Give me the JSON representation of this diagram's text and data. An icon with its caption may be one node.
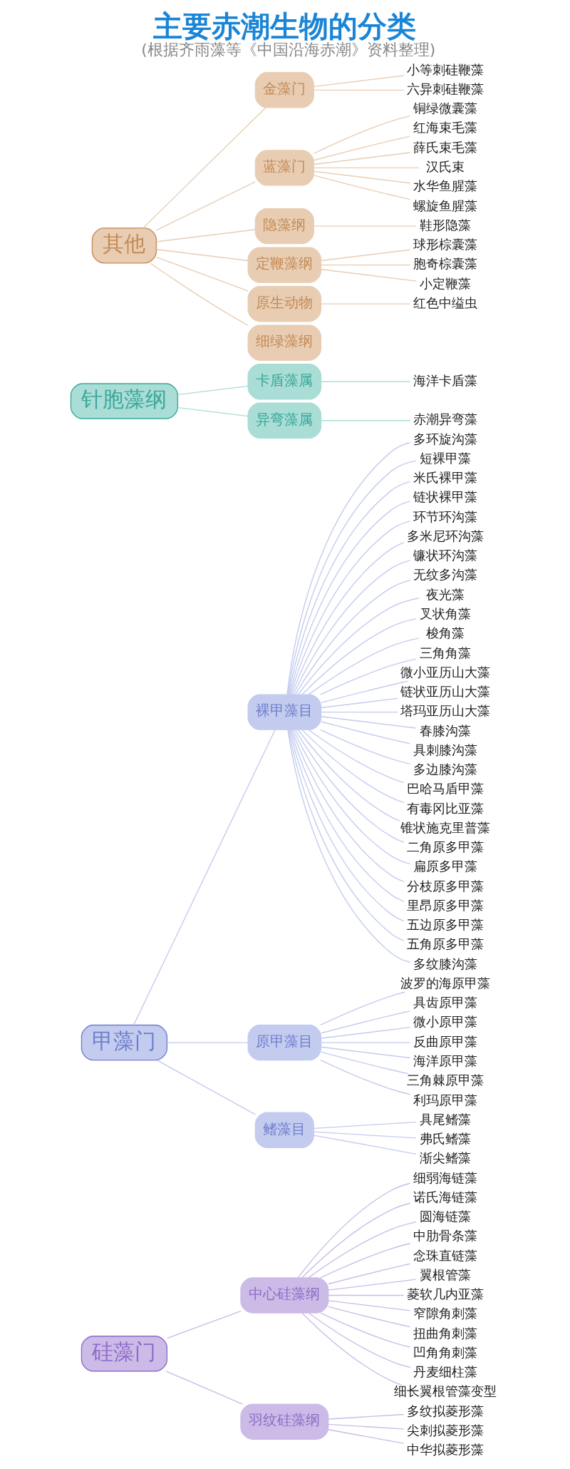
{
  "diagram": {
    "title": "主要赤潮生物的分类",
    "caption": "(根据齐雨藻等《中国沿海赤潮》资料整理)",
    "nodes": [
      {
        "text": [
          "硅藻门"
        ]
      },
      {
        "text": [
          "中心硅藻纲"
        ]
      },
      {
        "text": [
          "细弱海链藻"
        ]
      },
      {
        "text": [
          "诺氏海链藻"
        ]
      },
      {
        "text": [
          "圆海链藻"
        ]
      },
      {
        "text": [
          "中肋骨条藻"
        ]
      },
      {
        "text": [
          "念珠直链藻"
        ]
      },
      {
        "text": [
          "翼根管藻"
        ]
      },
      {
        "text": [
          "菱软几内亚藻"
        ]
      },
      {
        "text": [
          "窄隙角刺藻"
        ]
      },
      {
        "text": [
          "扭曲角刺藻"
        ]
      },
      {
        "text": [
          "凹角角刺藻"
        ]
      },
      {
        "text": [
          "丹麦细柱藻"
        ]
      },
      {
        "text": [
          "细长翼根管藻变型"
        ]
      },
      {
        "text": [
          "羽纹硅藻纲"
        ]
      },
      {
        "text": [
          "多纹拟菱形藻"
        ]
      },
      {
        "text": [
          "尖刺拟菱形藻"
        ]
      },
      {
        "text": [
          "中华拟菱形藻"
        ]
      },
      {
        "text": [
          "甲藻门"
        ]
      },
      {
        "text": [
          "裸甲藻目"
        ]
      },
      {
        "text": [
          "多环旋沟藻"
        ]
      },
      {
        "text": [
          "短裸甲藻"
        ]
      },
      {
        "text": [
          "米氏裸甲藻"
        ]
      },
      {
        "text": [
          "链状裸甲藻"
        ]
      },
      {
        "text": [
          "环节环沟藻"
        ]
      },
      {
        "text": [
          "多米尼环沟藻"
        ]
      },
      {
        "text": [
          "镰状环沟藻"
        ]
      },
      {
        "text": [
          "无纹多沟藻"
        ]
      },
      {
        "text": [
          "夜光藻"
        ]
      },
      {
        "text": [
          "叉状角藻"
        ]
      },
      {
        "text": [
          "梭角藻"
        ]
      },
      {
        "text": [
          "三角角藻"
        ]
      },
      {
        "text": [
          "微小亚历山大藻"
        ]
      },
      {
        "text": [
          "链状亚历山大藻"
        ]
      },
      {
        "text": [
          "塔玛亚历山大藻"
        ]
      },
      {
        "text": [
          "春膝沟藻"
        ]
      },
      {
        "text": [
          "具刺膝沟藻"
        ]
      },
      {
        "text": [
          "多边膝沟藻"
        ]
      },
      {
        "text": [
          "巴哈马盾甲藻"
        ]
      },
      {
        "text": [
          "有毒冈比亚藻"
        ]
      },
      {
        "text": [
          "锥状施克里普藻"
        ]
      },
      {
        "text": [
          "二角原多甲藻"
        ]
      },
      {
        "text": [
          "扁原多甲藻"
        ]
      },
      {
        "text": [
          "分枝原多甲藻"
        ]
      },
      {
        "text": [
          "里昂原多甲藻"
        ]
      },
      {
        "text": [
          "五边原多甲藻"
        ]
      },
      {
        "text": [
          "五角原多甲藻"
        ]
      },
      {
        "text": [
          "多纹膝沟藻"
        ]
      },
      {
        "text": [
          "原甲藻目"
        ]
      },
      {
        "text": [
          "波罗的海原甲藻"
        ]
      },
      {
        "text": [
          "具齿原甲藻"
        ]
      },
      {
        "text": [
          "微小原甲藻"
        ]
      },
      {
        "text": [
          "反曲原甲藻"
        ]
      },
      {
        "text": [
          "海洋原甲藻"
        ]
      },
      {
        "text": [
          "三角棘原甲藻"
        ]
      },
      {
        "text": [
          "利玛原甲藻"
        ]
      },
      {
        "text": [
          "鳍藻目"
        ]
      },
      {
        "text": [
          "具尾鳍藻"
        ]
      },
      {
        "text": [
          "弗氏鳍藻"
        ]
      },
      {
        "text": [
          "渐尖鳍藻"
        ]
      },
      {
        "text": [
          "针胞藻纲"
        ]
      },
      {
        "text": [
          "卡盾藻属"
        ]
      },
      {
        "text": [
          "海洋卡盾藻"
        ]
      },
      {
        "text": [
          "异弯藻属"
        ]
      },
      {
        "text": [
          "赤潮异弯藻"
        ]
      },
      {
        "text": [
          "其他"
        ]
      },
      {
        "text": [
          "金藻门"
        ]
      },
      {
        "text": [
          "小等刺硅鞭藻"
        ]
      },
      {
        "text": [
          "六异刺硅鞭藻"
        ]
      },
      {
        "text": [
          "蓝藻门"
        ]
      },
      {
        "text": [
          "铜绿微囊藻"
        ]
      },
      {
        "text": [
          "红海束毛藻"
        ]
      },
      {
        "text": [
          "薛氏束毛藻"
        ]
      },
      {
        "text": [
          "汉氏束"
        ]
      },
      {
        "text": [
          "水华鱼腥藻"
        ]
      },
      {
        "text": [
          "螺旋鱼腥藻"
        ]
      },
      {
        "text": [
          "隐藻纲"
        ]
      },
      {
        "text": [
          "鞋形隐藻"
        ]
      },
      {
        "text": [
          "定鞭藻纲"
        ]
      },
      {
        "text": [
          "球形棕囊藻"
        ]
      },
      {
        "text": [
          "胞奇棕囊藻"
        ]
      },
      {
        "text": [
          "小定鞭藻"
        ]
      },
      {
        "text": [
          "原生动物"
        ]
      },
      {
        "text": [
          "红色中缢虫"
        ]
      },
      {
        "text": [
          "细绿藻纲"
        ]
      }
    ],
    "edges": [
      {
        "from": 0,
        "to": 1,
        "arrow": "none"
      },
      {
        "from": 1,
        "to": 2,
        "arrow": "none"
      },
      {
        "from": 1,
        "to": 3,
        "arrow": "none"
      },
      {
        "from": 1,
        "to": 4,
        "arrow": "none"
      },
      {
        "from": 1,
        "to": 5,
        "arrow": "none"
      },
      {
        "from": 1,
        "to": 6,
        "arrow": "none"
      },
      {
        "from": 1,
        "to": 7,
        "arrow": "none"
      },
      {
        "from": 1,
        "to": 8,
        "arrow": "none"
      },
      {
        "from": 1,
        "to": 9,
        "arrow": "none"
      },
      {
        "from": 1,
        "to": 10,
        "arrow": "none"
      },
      {
        "from": 1,
        "to": 11,
        "arrow": "none"
      },
      {
        "from": 1,
        "to": 12,
        "arrow": "none"
      },
      {
        "from": 1,
        "to": 13,
        "arrow": "none"
      },
      {
        "from": 0,
        "to": 14,
        "arrow": "none"
      },
      {
        "from": 14,
        "to": 15,
        "arrow": "none"
      },
      {
        "from": 14,
        "to": 16,
        "arrow": "none"
      },
      {
        "from": 14,
        "to": 17,
        "arrow": "none"
      },
      {
        "from": 18,
        "to": 19,
        "arrow": "none"
      },
      {
        "from": 19,
        "to": 20,
        "arrow": "none"
      },
      {
        "from": 19,
        "to": 21,
        "arrow": "none"
      },
      {
        "from": 19,
        "to": 22,
        "arrow": "none"
      },
      {
        "from": 19,
        "to": 23,
        "arrow": "none"
      },
      {
        "from": 19,
        "to": 24,
        "arrow": "none"
      },
      {
        "from": 19,
        "to": 25,
        "arrow": "none"
      },
      {
        "from": 19,
        "to": 26,
        "arrow": "none"
      },
      {
        "from": 19,
        "to": 27,
        "arrow": "none"
      },
      {
        "from": 19,
        "to": 28,
        "arrow": "none"
      },
      {
        "from": 19,
        "to": 29,
        "arrow": "none"
      },
      {
        "from": 19,
        "to": 30,
        "arrow": "none"
      },
      {
        "from": 19,
        "to": 31,
        "arrow": "none"
      },
      {
        "from": 19,
        "to": 32,
        "arrow": "none"
      },
      {
        "from": 19,
        "to": 33,
        "arrow": "none"
      },
      {
        "from": 19,
        "to": 34,
        "arrow": "none"
      },
      {
        "from": 19,
        "to": 35,
        "arrow": "none"
      },
      {
        "from": 19,
        "to": 36,
        "arrow": "none"
      },
      {
        "from": 19,
        "to": 37,
        "arrow": "none"
      },
      {
        "from": 19,
        "to": 38,
        "arrow": "none"
      },
      {
        "from": 19,
        "to": 39,
        "arrow": "none"
      },
      {
        "from": 19,
        "to": 40,
        "arrow": "none"
      },
      {
        "from": 19,
        "to": 41,
        "arrow": "none"
      },
      {
        "from": 19,
        "to": 42,
        "arrow": "none"
      },
      {
        "from": 19,
        "to": 43,
        "arrow": "none"
      },
      {
        "from": 19,
        "to": 44,
        "arrow": "none"
      },
      {
        "from": 19,
        "to": 45,
        "arrow": "none"
      },
      {
        "from": 19,
        "to": 46,
        "arrow": "none"
      },
      {
        "from": 19,
        "to": 47,
        "arrow": "none"
      },
      {
        "from": 18,
        "to": 48,
        "arrow": "none"
      },
      {
        "from": 48,
        "to": 49,
        "arrow": "none"
      },
      {
        "from": 48,
        "to": 50,
        "arrow": "none"
      },
      {
        "from": 48,
        "to": 51,
        "arrow": "none"
      },
      {
        "from": 48,
        "to": 52,
        "arrow": "none"
      },
      {
        "from": 48,
        "to": 53,
        "arrow": "none"
      },
      {
        "from": 48,
        "to": 54,
        "arrow": "none"
      },
      {
        "from": 48,
        "to": 55,
        "arrow": "none"
      },
      {
        "from": 18,
        "to": 56,
        "arrow": "none"
      },
      {
        "from": 56,
        "to": 57,
        "arrow": "none"
      },
      {
        "from": 56,
        "to": 58,
        "arrow": "none"
      },
      {
        "from": 56,
        "to": 59,
        "arrow": "none"
      },
      {
        "from": 60,
        "to": 61,
        "arrow": "none"
      },
      {
        "from": 61,
        "to": 62,
        "arrow": "none"
      },
      {
        "from": 60,
        "to": 63,
        "arrow": "none"
      },
      {
        "from": 63,
        "to": 64,
        "arrow": "none"
      },
      {
        "from": 65,
        "to": 66,
        "arrow": "none"
      },
      {
        "from": 66,
        "to": 67,
        "arrow": "none"
      },
      {
        "from": 66,
        "to": 68,
        "arrow": "none"
      },
      {
        "from": 65,
        "to": 69,
        "arrow": "none"
      },
      {
        "from": 69,
        "to": 70,
        "arrow": "none"
      },
      {
        "from": 69,
        "to": 71,
        "arrow": "none"
      },
      {
        "from": 69,
        "to": 72,
        "arrow": "none"
      },
      {
        "from": 69,
        "to": 73,
        "arrow": "none"
      },
      {
        "from": 69,
        "to": 74,
        "arrow": "none"
      },
      {
        "from": 69,
        "to": 75,
        "arrow": "none"
      },
      {
        "from": 65,
        "to": 76,
        "arrow": "none"
      },
      {
        "from": 76,
        "to": 77,
        "arrow": "none"
      },
      {
        "from": 65,
        "to": 78,
        "arrow": "none"
      },
      {
        "from": 78,
        "to": 79,
        "arrow": "none"
      },
      {
        "from": 78,
        "to": 80,
        "arrow": "none"
      },
      {
        "from": 78,
        "to": 81,
        "arrow": "none"
      },
      {
        "from": 65,
        "to": 82,
        "arrow": "none"
      },
      {
        "from": 82,
        "to": 83,
        "arrow": "none"
      },
      {
        "from": 65,
        "to": 84,
        "arrow": "none"
      }
    ]
  }
}
